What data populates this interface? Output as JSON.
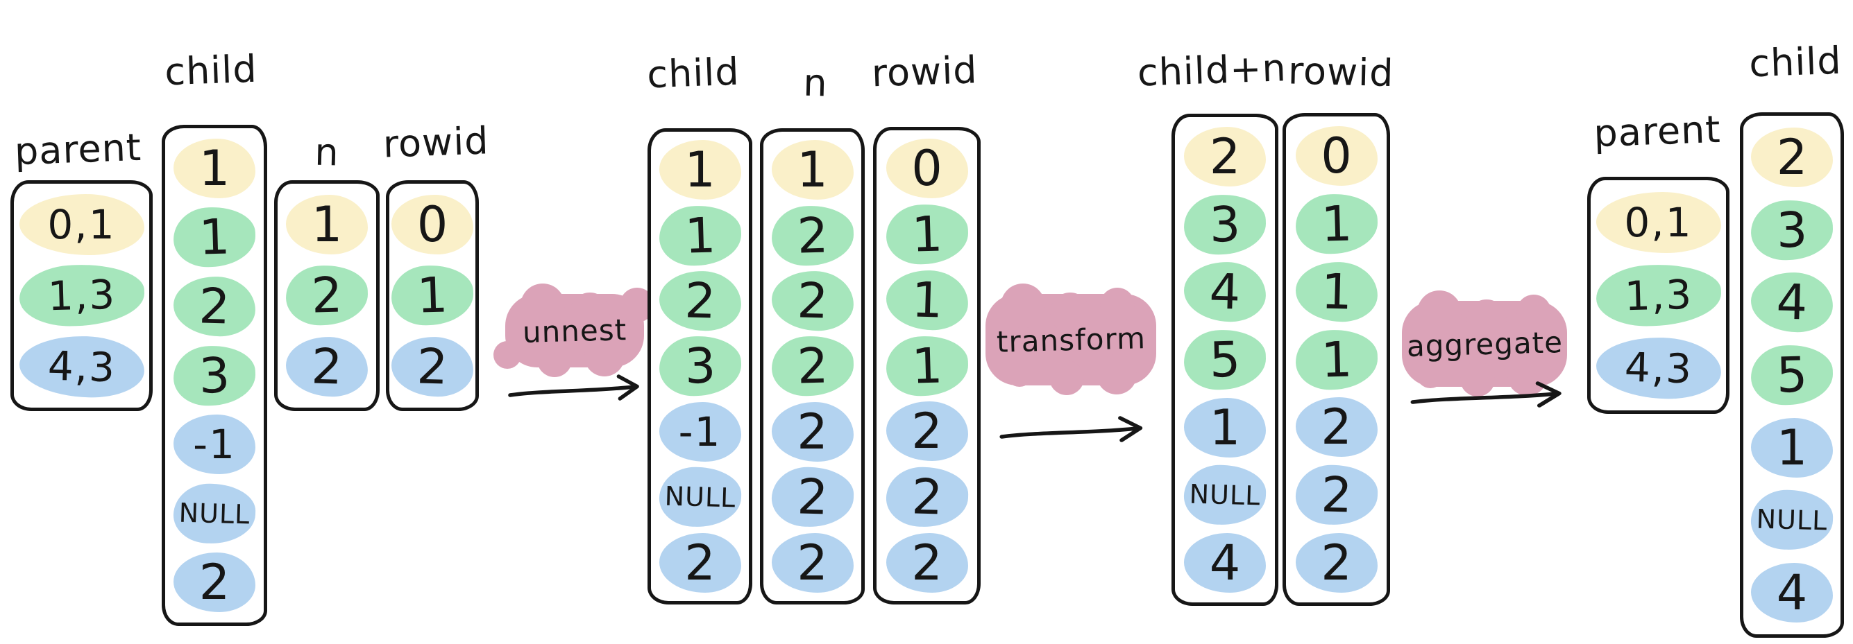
{
  "colors": {
    "yellow": "#FAF0C9",
    "green": "#A6E6BC",
    "blue": "#B3D3F0",
    "pink": "#DBA3B8",
    "ink": "#161616"
  },
  "operations": [
    {
      "label": "unnest"
    },
    {
      "label": "transform"
    },
    {
      "label": "aggregate"
    }
  ],
  "stages": [
    {
      "name": "source",
      "tables": [
        {
          "header": "parent",
          "rows": [
            {
              "v": "0,1",
              "c": "yellow"
            },
            {
              "v": "1,3",
              "c": "green"
            },
            {
              "v": "4,3",
              "c": "blue"
            }
          ]
        },
        {
          "header": "child",
          "rows": [
            {
              "v": "1",
              "c": "yellow"
            },
            {
              "v": "1",
              "c": "green"
            },
            {
              "v": "2",
              "c": "green"
            },
            {
              "v": "3",
              "c": "green"
            },
            {
              "v": "-1",
              "c": "blue"
            },
            {
              "v": "NULL",
              "c": "blue"
            },
            {
              "v": "2",
              "c": "blue"
            }
          ]
        },
        {
          "header": "n",
          "rows": [
            {
              "v": "1",
              "c": "yellow"
            },
            {
              "v": "2",
              "c": "green"
            },
            {
              "v": "2",
              "c": "blue"
            }
          ]
        },
        {
          "header": "rowid",
          "rows": [
            {
              "v": "0",
              "c": "yellow"
            },
            {
              "v": "1",
              "c": "green"
            },
            {
              "v": "2",
              "c": "blue"
            }
          ]
        }
      ]
    },
    {
      "name": "after-unnest",
      "tables": [
        {
          "header": "child",
          "rows": [
            {
              "v": "1",
              "c": "yellow"
            },
            {
              "v": "1",
              "c": "green"
            },
            {
              "v": "2",
              "c": "green"
            },
            {
              "v": "3",
              "c": "green"
            },
            {
              "v": "-1",
              "c": "blue"
            },
            {
              "v": "NULL",
              "c": "blue"
            },
            {
              "v": "2",
              "c": "blue"
            }
          ]
        },
        {
          "header": "n",
          "rows": [
            {
              "v": "1",
              "c": "yellow"
            },
            {
              "v": "2",
              "c": "green"
            },
            {
              "v": "2",
              "c": "green"
            },
            {
              "v": "2",
              "c": "green"
            },
            {
              "v": "2",
              "c": "blue"
            },
            {
              "v": "2",
              "c": "blue"
            },
            {
              "v": "2",
              "c": "blue"
            }
          ]
        },
        {
          "header": "rowid",
          "rows": [
            {
              "v": "0",
              "c": "yellow"
            },
            {
              "v": "1",
              "c": "green"
            },
            {
              "v": "1",
              "c": "green"
            },
            {
              "v": "1",
              "c": "green"
            },
            {
              "v": "2",
              "c": "blue"
            },
            {
              "v": "2",
              "c": "blue"
            },
            {
              "v": "2",
              "c": "blue"
            }
          ]
        }
      ]
    },
    {
      "name": "after-transform",
      "tables": [
        {
          "header": "child+n",
          "rows": [
            {
              "v": "2",
              "c": "yellow"
            },
            {
              "v": "3",
              "c": "green"
            },
            {
              "v": "4",
              "c": "green"
            },
            {
              "v": "5",
              "c": "green"
            },
            {
              "v": "1",
              "c": "blue"
            },
            {
              "v": "NULL",
              "c": "blue"
            },
            {
              "v": "4",
              "c": "blue"
            }
          ]
        },
        {
          "header": "rowid",
          "rows": [
            {
              "v": "0",
              "c": "yellow"
            },
            {
              "v": "1",
              "c": "green"
            },
            {
              "v": "1",
              "c": "green"
            },
            {
              "v": "1",
              "c": "green"
            },
            {
              "v": "2",
              "c": "blue"
            },
            {
              "v": "2",
              "c": "blue"
            },
            {
              "v": "2",
              "c": "blue"
            }
          ]
        }
      ]
    },
    {
      "name": "after-aggregate",
      "tables": [
        {
          "header": "parent",
          "rows": [
            {
              "v": "0,1",
              "c": "yellow"
            },
            {
              "v": "1,3",
              "c": "green"
            },
            {
              "v": "4,3",
              "c": "blue"
            }
          ]
        },
        {
          "header": "child",
          "rows": [
            {
              "v": "2",
              "c": "yellow"
            },
            {
              "v": "3",
              "c": "green"
            },
            {
              "v": "4",
              "c": "green"
            },
            {
              "v": "5",
              "c": "green"
            },
            {
              "v": "1",
              "c": "blue"
            },
            {
              "v": "NULL",
              "c": "blue"
            },
            {
              "v": "4",
              "c": "blue"
            }
          ]
        }
      ]
    }
  ]
}
